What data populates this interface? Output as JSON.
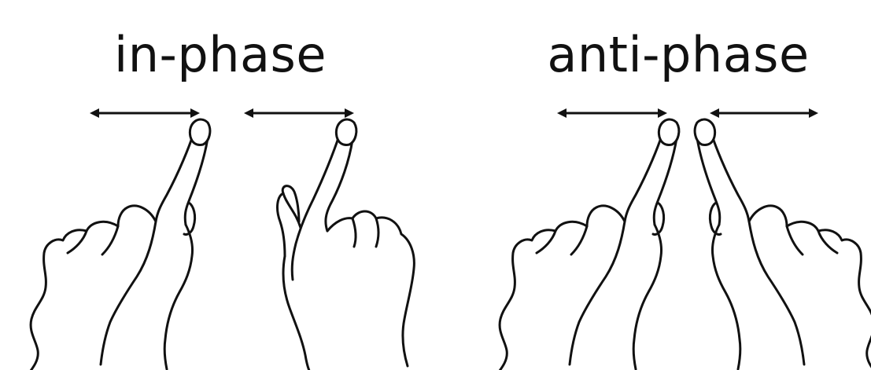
{
  "panels": [
    {
      "id": "in_phase",
      "title": "in-phase",
      "arrows": "same direction"
    },
    {
      "id": "anti_phase",
      "title": "anti-phase",
      "arrows": "opposite direction"
    }
  ],
  "colors": {
    "ink": "#111111",
    "background": "#ffffff"
  }
}
